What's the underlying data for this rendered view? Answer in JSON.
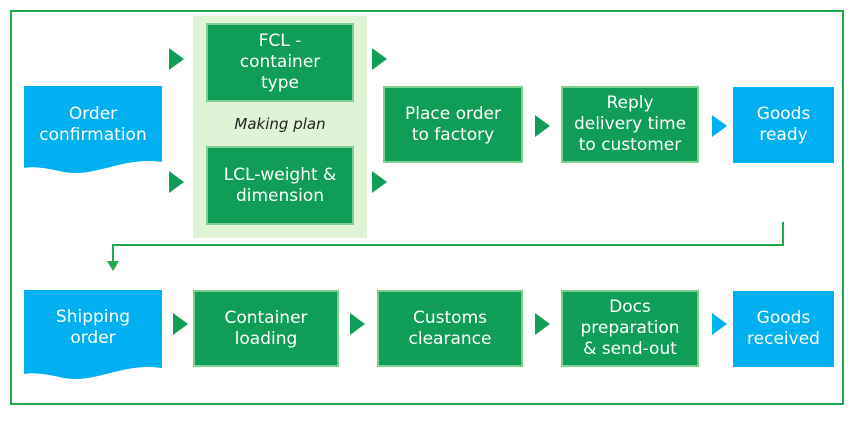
{
  "nodes": {
    "order_confirmation": "Order\nconfirmation",
    "fcl": "FCL -\ncontainer\ntype",
    "making_plan": "Making plan",
    "lcl": "LCL-weight &\ndimension",
    "place_order": "Place order\nto factory",
    "reply_delivery": "Reply\ndelivery time\nto customer",
    "goods_ready": "Goods\nready",
    "shipping_order": "Shipping\norder",
    "container_loading": "Container\nloading",
    "customs_clearance": "Customs\nclearance",
    "docs_preparation": "Docs\npreparation\n& send-out",
    "goods_received": "Goods\nreceived"
  },
  "colors": {
    "green": "#0f9d58",
    "blue": "#00b0f0",
    "frame": "#1faa4f",
    "plan_background": "#dff3d6"
  }
}
